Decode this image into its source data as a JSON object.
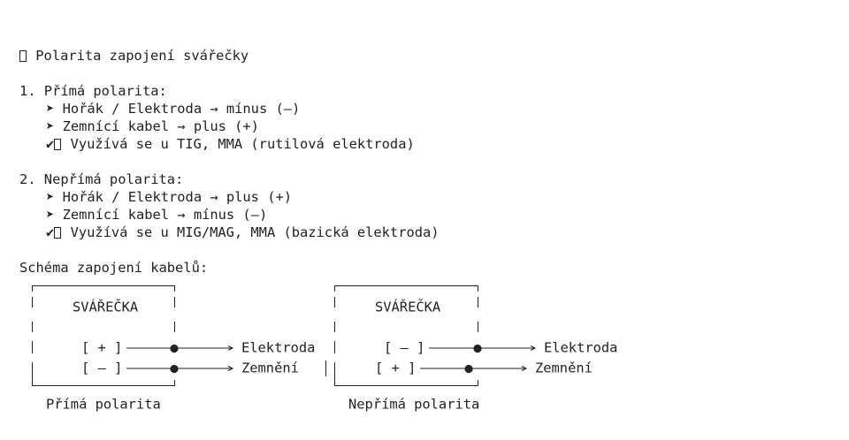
{
  "title": "Polarita zapojení svářečky",
  "title_icon": "electric-plug-icon",
  "direct": {
    "heading": "1. Přímá polarita:",
    "torch": "Hořák / Elektroda → mínus (–)",
    "ground": "Zemnící kabel → plus (+)",
    "usage": "Využívá se u TIG, MMA (rutilová elektroda)"
  },
  "reverse": {
    "heading": "2. Nepřímá polarita:",
    "torch": "Hořák / Elektroda → plus (+)",
    "ground": "Zemnící kabel → mínus (–)",
    "usage": "Využívá se u MIG/MAG, MMA (bazická elektroda)"
  },
  "bullet": "➤",
  "check": "✔",
  "schema": {
    "heading": "Schéma zapojení kabelů:",
    "left": {
      "box_label": "SVÁŘEČKA",
      "top_terminal": "[ + ]",
      "bottom_terminal": "[ – ]",
      "top_target": "Elektroda",
      "bottom_target": "Zemnění",
      "caption": "Přímá polarita"
    },
    "right": {
      "box_label": "SVÁŘEČKA",
      "top_terminal": "[ – ]",
      "bottom_terminal": "[ + ]",
      "top_target": "Elektroda",
      "bottom_target": "Zemnění",
      "caption": "Nepřímá polarita"
    }
  }
}
